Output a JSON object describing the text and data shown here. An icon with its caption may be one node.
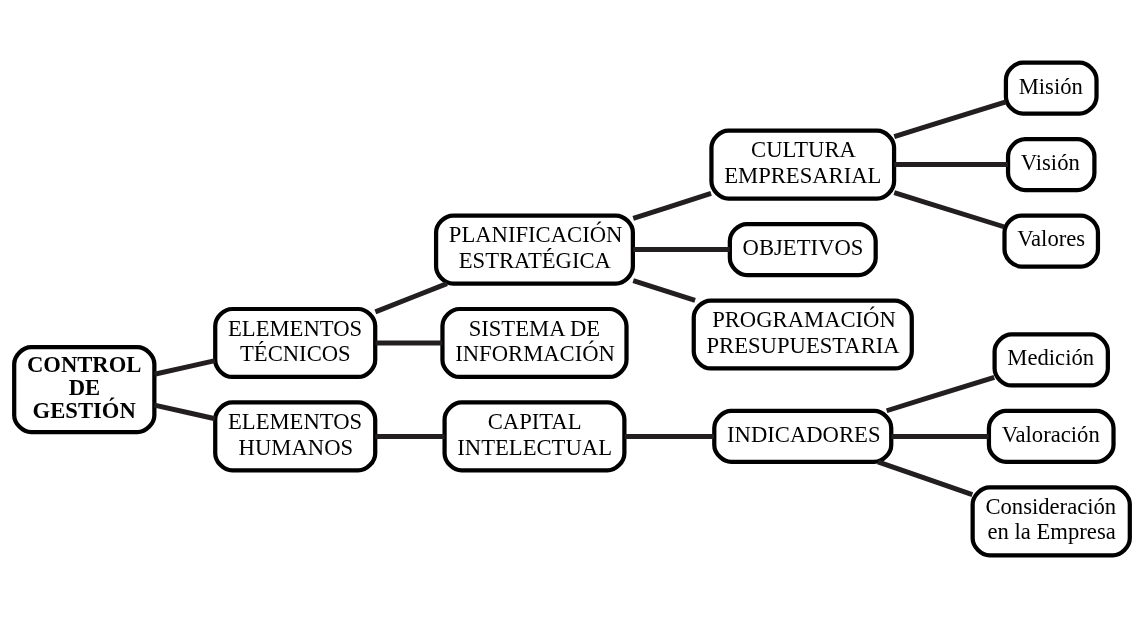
{
  "diagram": {
    "nodes": [
      {
        "text": [
          "CONTROL DE GESTIÓN"
        ]
      },
      {
        "text": [
          "ELEMENTOS TÉCNICOS"
        ]
      },
      {
        "text": [
          "ELEMENTOS HUMANOS"
        ]
      },
      {
        "text": [
          "PLANIFICACIÓN ESTRATÉGICA"
        ]
      },
      {
        "text": [
          "SISTEMA DE INFORMACIÓN"
        ]
      },
      {
        "text": [
          "CAPITAL INTELECTUAL"
        ]
      },
      {
        "text": [
          "CULTURA EMPRESARIAL"
        ]
      },
      {
        "text": [
          "OBJETIVOS"
        ]
      },
      {
        "text": [
          "PROGRAMACIÓN PRESUPUESTARIA"
        ]
      },
      {
        "text": [
          "INDICADORES"
        ]
      },
      {
        "text": [
          "Misión"
        ]
      },
      {
        "text": [
          "Visión"
        ]
      },
      {
        "text": [
          "Valores"
        ]
      },
      {
        "text": [
          "Medición"
        ]
      },
      {
        "text": [
          "Valoración"
        ]
      },
      {
        "text": [
          "Consideración en la Empresa"
        ]
      }
    ],
    "edges": [
      {
        "from": 0,
        "to": 1,
        "arrow": "none"
      },
      {
        "from": 0,
        "to": 2,
        "arrow": "none"
      },
      {
        "from": 1,
        "to": 3,
        "arrow": "none"
      },
      {
        "from": 1,
        "to": 4,
        "arrow": "none"
      },
      {
        "from": 2,
        "to": 5,
        "arrow": "none"
      },
      {
        "from": 3,
        "to": 6,
        "arrow": "none"
      },
      {
        "from": 3,
        "to": 7,
        "arrow": "none"
      },
      {
        "from": 3,
        "to": 8,
        "arrow": "none"
      },
      {
        "from": 5,
        "to": 9,
        "arrow": "none"
      },
      {
        "from": 6,
        "to": 10,
        "arrow": "none"
      },
      {
        "from": 6,
        "to": 11,
        "arrow": "none"
      },
      {
        "from": 6,
        "to": 12,
        "arrow": "none"
      },
      {
        "from": 9,
        "to": 13,
        "arrow": "none"
      },
      {
        "from": 9,
        "to": 14,
        "arrow": "none"
      },
      {
        "from": 9,
        "to": 15,
        "arrow": "none"
      }
    ]
  }
}
